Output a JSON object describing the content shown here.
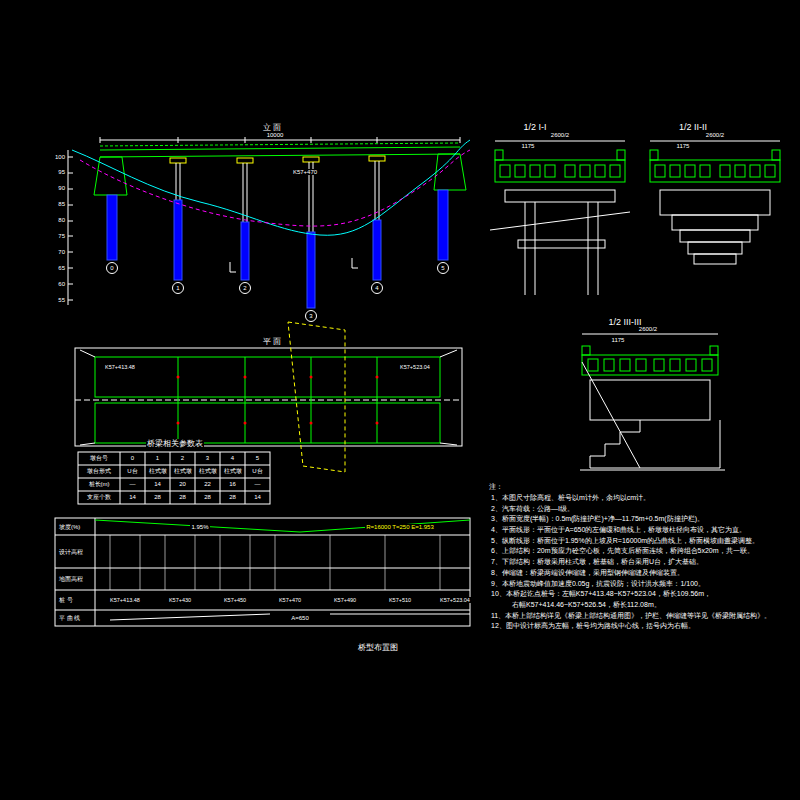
{
  "diagram": {
    "title": "桥型布置图",
    "nodes": [
      {
        "text": [
          "0"
        ]
      },
      {
        "text": [
          "1"
        ]
      },
      {
        "text": [
          "2"
        ]
      },
      {
        "text": [
          "3"
        ]
      },
      {
        "text": [
          "4"
        ]
      },
      {
        "text": [
          "5"
        ]
      }
    ],
    "labels": [
      "立 面",
      "平 面",
      "1/2 I-I",
      "1/2 II-II",
      "1/2 III-III",
      "桥梁相关参数表",
      "100",
      "95",
      "90",
      "85",
      "80",
      "75",
      "70",
      "65",
      "60",
      "55",
      "10000",
      "K57+470",
      "2600/2",
      "1175",
      "2600/2",
      "1175",
      "2600/2",
      "1175",
      "注：",
      "1、本图尺寸除高程、桩号以m计外，余均以cm计。",
      "2、汽车荷载：公路—I级。",
      "3、桥面宽度(半幅)：0.5m(防撞护栏)+净—11.75m+0.5m(防撞护栏)。",
      "4、平面线形：平面位于A=650的左偏缓和曲线上，桥墩墩柱径向布设，其它为直。",
      "5、纵断线形：桥面位于1.95%的上坡及R=16000m的凸曲线上，桥面横坡由盖梁调整。",
      "6、上部结构：20m预应力砼空心板，先简支后桥面连续，桥跨组合5x20m，共一联。",
      "7、下部结构：桥墩采用柱式墩，桩基础，桥台采用U台，扩大基础。",
      "8、伸缩缝：桥梁两端设伸缩缝，采用型钢伸缩缝及伸缩装置。",
      "9、本桥地震动峰值加速度0.05g，抗震设防；设计洪水频率：1/100。",
      "10、本桥起讫点桩号：左幅K57+413.48~K57+523.04，桥长109.56m，",
      "右幅K57+414.46~K57+526.54，桥长112.08m。",
      "11、本桥上部结构详见《桥梁上部结构通用图》，护栏、伸缩缝等详见《桥梁附属结构》。",
      "12、图中设计标高为左幅，桩号均为路线中心线，括号内为右幅。",
      "墩台号",
      "0",
      "1",
      "2",
      "3",
      "4",
      "5",
      "墩台形式",
      "U台",
      "柱式墩",
      "柱式墩",
      "柱式墩",
      "柱式墩",
      "U台",
      "桩长(m)",
      "—",
      "14",
      "20",
      "22",
      "16",
      "—",
      "支座个数",
      "14",
      "28",
      "28",
      "28",
      "28",
      "14",
      "坡度(%)",
      "设计高程",
      "地面高程",
      "桩 号",
      "平 曲 线",
      "R=16000 T=250 E=1.953",
      "1.95%",
      "K57+413.48",
      "K57+430",
      "K57+450",
      "K57+470",
      "K57+490",
      "K57+510",
      "K57+523.04",
      "A=650",
      "K57+413.48",
      "K57+523.04"
    ]
  }
}
